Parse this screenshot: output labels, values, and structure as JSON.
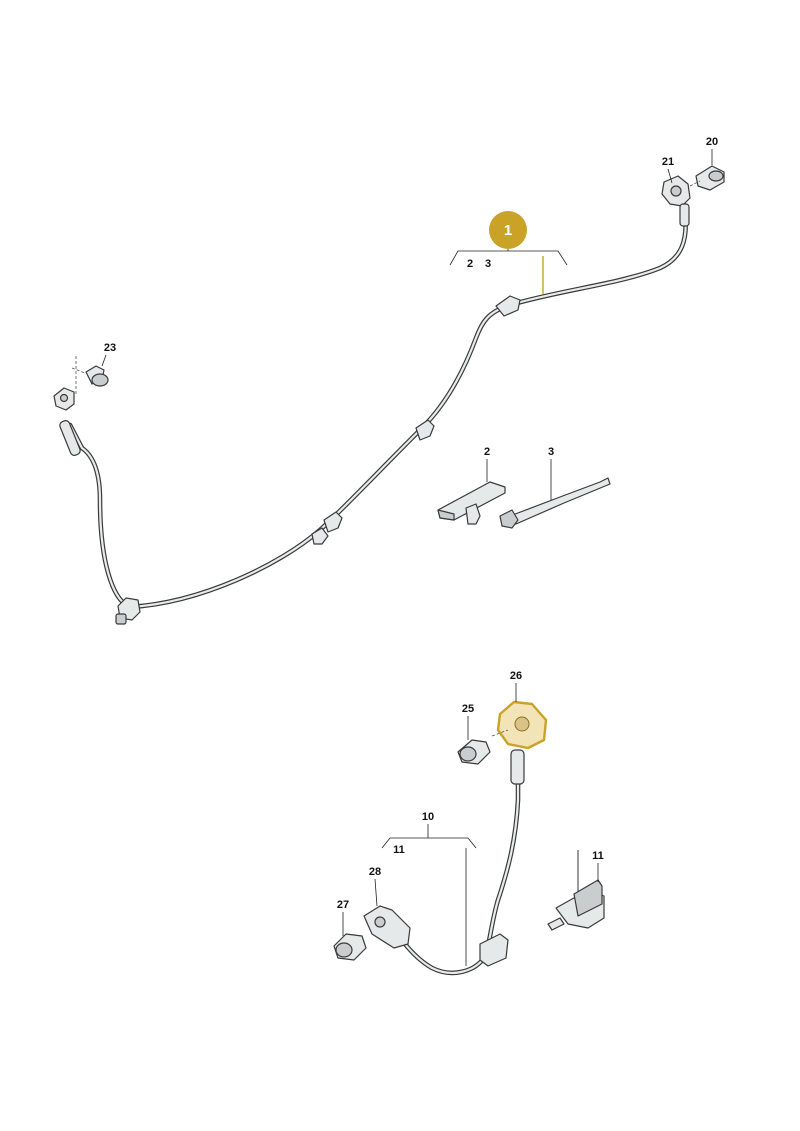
{
  "diagram": {
    "highlight_color": "#c9a227",
    "callouts": {
      "badge_1": "1",
      "group1_sub_a": "2",
      "group1_sub_b": "3",
      "c2": "2",
      "c3": "3",
      "c20": "20",
      "c21": "21",
      "c23": "23",
      "c25": "25",
      "c26": "26",
      "c10": "10",
      "c10_sub": "11",
      "c11": "11",
      "c27": "27",
      "c28": "28"
    }
  }
}
